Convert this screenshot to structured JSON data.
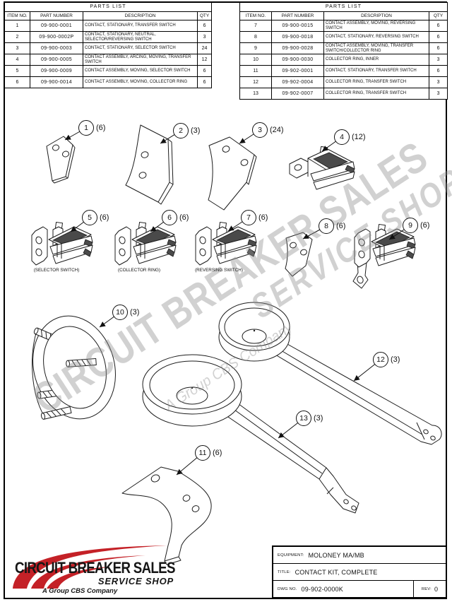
{
  "parts_tables": [
    {
      "title": "PARTS LIST",
      "headers": [
        "ITEM NO.",
        "PART NUMBER",
        "DESCRIPTION",
        "QTY"
      ],
      "rows": [
        [
          "1",
          "09-900-0001",
          "CONTACT, STATIONARY, TRANSFER SWITCH",
          "6"
        ],
        [
          "2",
          "09-900-0002P",
          "CONTACT, STATIONARY, NEUTRAL, SELECTOR/REVERSING SWITCH",
          "3"
        ],
        [
          "3",
          "09-900-0003",
          "CONTACT, STATIONARY, SELECTOR SWITCH",
          "24"
        ],
        [
          "4",
          "09-900-0005",
          "CONTACT ASSEMBLY, ARCING, MOVING, TRANSFER SWITCH",
          "12"
        ],
        [
          "5",
          "09-900-0009",
          "CONTACT ASSEMBLY, MOVING, SELECTOR SWITCH",
          "6"
        ],
        [
          "6",
          "09-900-0014",
          "CONTACT ASSEMBLY, MOVING, COLLECTOR RING",
          "6"
        ]
      ]
    },
    {
      "title": "PARTS LIST",
      "headers": [
        "ITEM NO.",
        "PART NUMBER",
        "DESCRIPTION",
        "QTY"
      ],
      "rows": [
        [
          "7",
          "09-900-0015",
          "CONTACT ASSEMBLY, MOVING, REVERSING SWITCH",
          "6"
        ],
        [
          "8",
          "09-900-0018",
          "CONTACT, STATIONARY, REVERSING SWITCH",
          "6"
        ],
        [
          "9",
          "09-900-0028",
          "CONTACT ASSEMBLY, MOVING, TRANSFER SWITCH/COLLECTOR RING",
          "6"
        ],
        [
          "10",
          "09-900-0030",
          "COLLECTOR RING, INNER",
          "3"
        ],
        [
          "11",
          "09-902-0001",
          "CONTACT, STATIONARY, TRANSFER SWITCH",
          "6"
        ],
        [
          "12",
          "09-902-0004",
          "COLLECTOR RING, TRANSFER SWITCH",
          "3"
        ],
        [
          "13",
          "09-902-0007",
          "COLLECTOR RING, TRANSFER SWITCH",
          "3"
        ]
      ]
    }
  ],
  "callouts": [
    {
      "num": "1",
      "qty": "(6)"
    },
    {
      "num": "2",
      "qty": "(3)"
    },
    {
      "num": "3",
      "qty": "(24)"
    },
    {
      "num": "4",
      "qty": "(12)"
    },
    {
      "num": "5",
      "qty": "(6)"
    },
    {
      "num": "6",
      "qty": "(6)"
    },
    {
      "num": "7",
      "qty": "(6)"
    },
    {
      "num": "8",
      "qty": "(6)"
    },
    {
      "num": "9",
      "qty": "(6)"
    },
    {
      "num": "10",
      "qty": "(3)"
    },
    {
      "num": "11",
      "qty": "(6)"
    },
    {
      "num": "12",
      "qty": "(3)"
    },
    {
      "num": "13",
      "qty": "(3)"
    }
  ],
  "sub_labels": [
    "(SELECTOR SWITCH)",
    "(COLLECTOR RING)",
    "(REVERSING SWITCH)"
  ],
  "watermark": {
    "line1": "CIRCUIT BREAKER SALES",
    "line2": "SERVICE SHOP",
    "line3": "A Group CBS Company"
  },
  "logo": {
    "name": "CIRCUIT BREAKER SALES",
    "subtitle": "SERVICE SHOP",
    "tagline": "A Group CBS Company",
    "red": "#c42127"
  },
  "title_block": {
    "equipment_label": "EQUIPMENT:",
    "equipment": "MOLONEY MA/MB",
    "title_label": "TITLE:",
    "title": "CONTACT KIT, COMPLETE",
    "dwg_label": "DWG NO.",
    "dwg_no": "09-902-0000K",
    "rev_label": "REV:",
    "rev": "0"
  }
}
